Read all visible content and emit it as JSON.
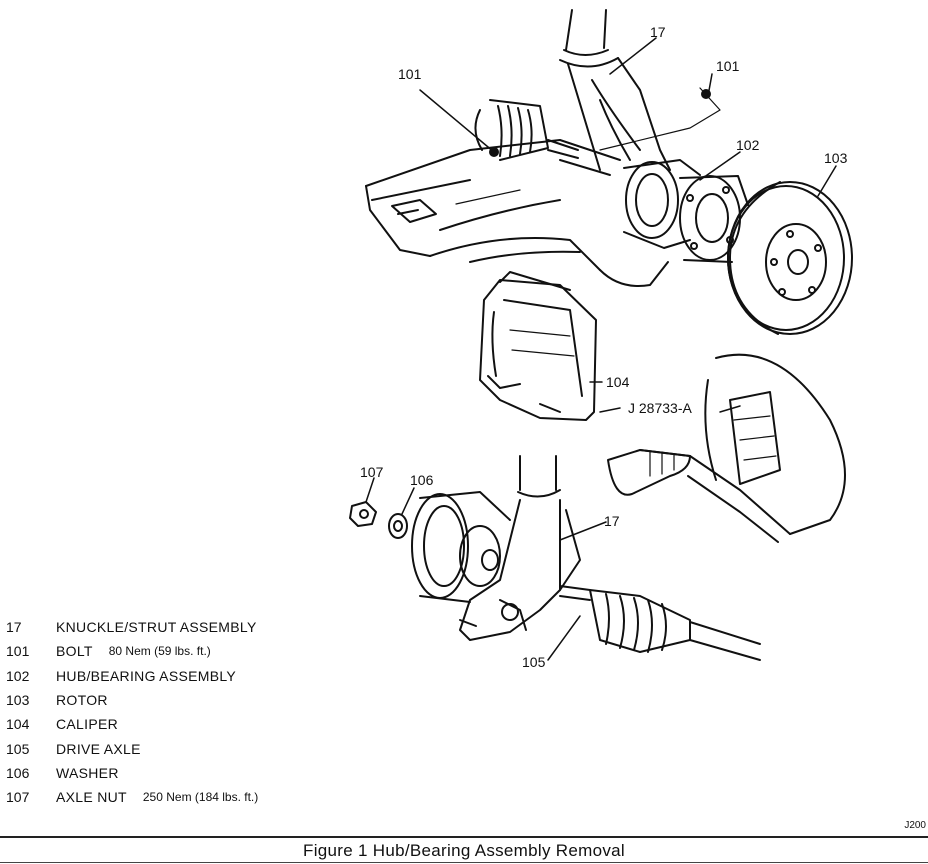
{
  "callouts": {
    "c17_top": "17",
    "c101_left": "101",
    "c101_right": "101",
    "c102": "102",
    "c103": "103",
    "c104": "104",
    "tool": "J 28733-A",
    "c107": "107",
    "c106": "106",
    "c17_bottom": "17",
    "c105": "105"
  },
  "legend": [
    {
      "num": "17",
      "text": "KNUCKLE/STRUT ASSEMBLY",
      "spec": ""
    },
    {
      "num": "101",
      "text": "BOLT",
      "spec": "80 Nem (59 lbs. ft.)"
    },
    {
      "num": "102",
      "text": "HUB/BEARING ASSEMBLY",
      "spec": ""
    },
    {
      "num": "103",
      "text": "ROTOR",
      "spec": ""
    },
    {
      "num": "104",
      "text": "CALIPER",
      "spec": ""
    },
    {
      "num": "105",
      "text": "DRIVE AXLE",
      "spec": ""
    },
    {
      "num": "106",
      "text": "WASHER",
      "spec": ""
    },
    {
      "num": "107",
      "text": "AXLE NUT",
      "spec": "250 Nem (184 lbs. ft.)"
    }
  ],
  "caption": "Figure 1 Hub/Bearing Assembly Removal",
  "figure_code": "J200"
}
